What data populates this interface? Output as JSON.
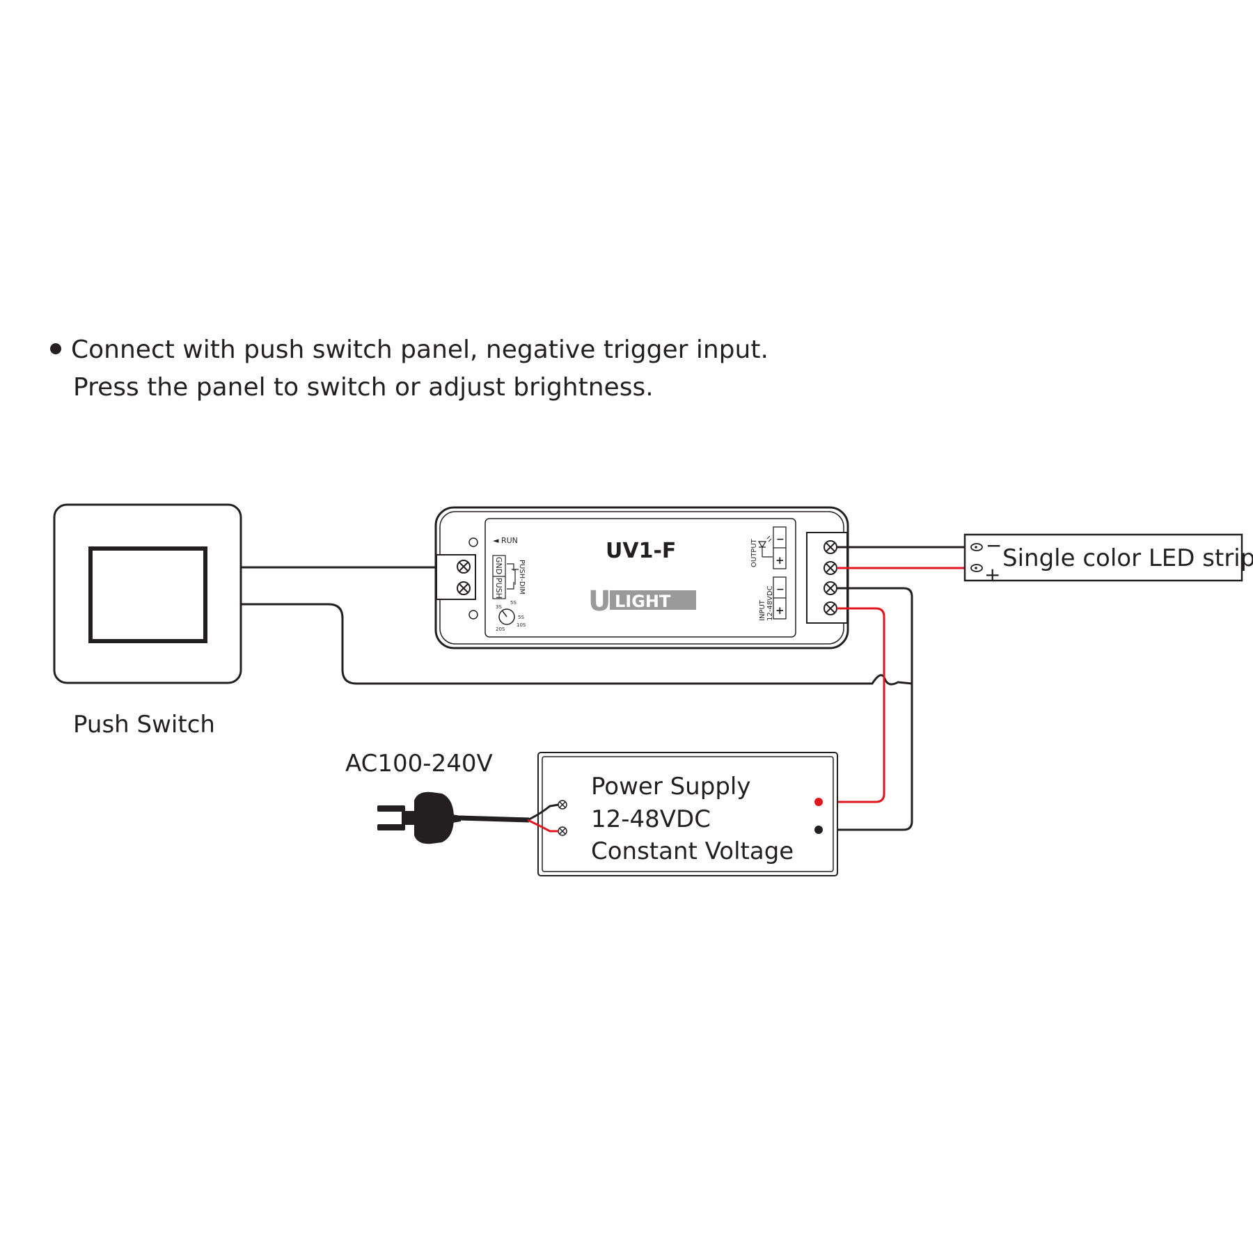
{
  "caption": {
    "line1": "Connect with push switch panel, negative trigger input.",
    "line2": "Press the panel to switch or adjust brightness."
  },
  "push_switch": {
    "label": "Push Switch"
  },
  "controller": {
    "model": "UV1-F",
    "brand": {
      "u": "U",
      "light": "LIGHT"
    },
    "run_label": "◄ RUN",
    "push_dim_label": "PUSH-DIM",
    "gnd_label": "GND",
    "push_label": "PUSH",
    "timer_labels": [
      "3S",
      "5S",
      "10S",
      "20S",
      "5S"
    ],
    "output_label": "OUTPUT",
    "input_label": "INPUT",
    "input_voltage": "12-48VDC",
    "minus": "−",
    "plus": "+"
  },
  "led_strip": {
    "label": "Single color LED strip",
    "minus": "−",
    "plus": "+"
  },
  "power_supply": {
    "line1": "Power Supply",
    "line2": "12-48VDC",
    "line3": "Constant Voltage"
  },
  "ac_input": {
    "label": "AC100-240V"
  },
  "colors": {
    "line": "#231f20",
    "positive_wire": "#e0151d",
    "logo_grey": "#9a9a9a"
  }
}
